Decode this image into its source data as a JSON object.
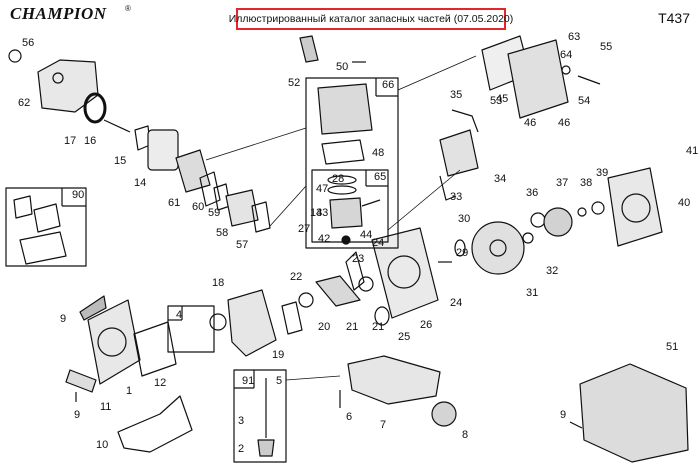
{
  "header": {
    "brand": "CHAMPION",
    "brand_mark": "®",
    "catalog_title": "Иллюстрированный каталог запасных частей (07.05.2020)",
    "model_code": "T437"
  },
  "callouts": [
    "1",
    "2",
    "3",
    "4",
    "5",
    "6",
    "7",
    "8",
    "9",
    "9",
    "9",
    "10",
    "11",
    "12",
    "13",
    "14",
    "15",
    "16",
    "17",
    "18",
    "19",
    "20",
    "21",
    "21",
    "22",
    "23",
    "24",
    "24",
    "25",
    "26",
    "27",
    "28",
    "29",
    "30",
    "31",
    "32",
    "33",
    "34",
    "35",
    "36",
    "37",
    "38",
    "39",
    "40",
    "41",
    "42",
    "43",
    "44",
    "45",
    "46",
    "46",
    "47",
    "48",
    "50",
    "51",
    "52",
    "53",
    "54",
    "55",
    "56",
    "57",
    "58",
    "59",
    "60",
    "61",
    "62",
    "63",
    "64",
    "65",
    "66",
    "90",
    "91"
  ],
  "colors": {
    "ink": "#111111",
    "frame": "#e3262a"
  }
}
